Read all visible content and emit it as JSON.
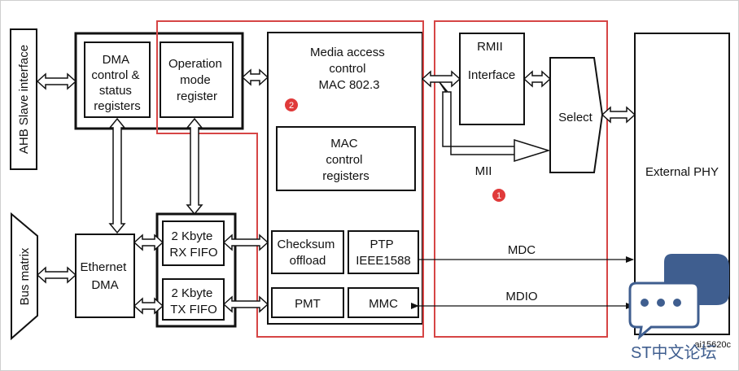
{
  "blocks": {
    "ahb": "AHB Slave interface",
    "bus": "Bus matrix",
    "dma_ctrl": [
      "DMA",
      "control &",
      "status",
      "registers"
    ],
    "op_mode": [
      "Operation",
      "mode",
      "register"
    ],
    "eth_dma": [
      "Ethernet",
      "DMA"
    ],
    "rx_fifo": [
      "2 Kbyte",
      "RX FIFO"
    ],
    "tx_fifo": [
      "2 Kbyte",
      "TX FIFO"
    ],
    "mac": [
      "Media access",
      "control",
      "MAC 802.3"
    ],
    "mac_ctrl": [
      "MAC",
      "control",
      "registers"
    ],
    "checksum": [
      "Checksum",
      "offload"
    ],
    "ptp": [
      "PTP",
      "IEEE1588"
    ],
    "pmt": "PMT",
    "mmc": "MMC",
    "rmii": [
      "RMII",
      "Interface"
    ],
    "select": "Select",
    "phy": "External PHY"
  },
  "signals": {
    "mii": "MII",
    "mdc": "MDC",
    "mdio": "MDIO"
  },
  "markers": {
    "one": "1",
    "two": "2"
  },
  "figure_id": "ai15620c",
  "watermark": "ST中文论坛",
  "colors": {
    "highlight": "#d64545",
    "marker": "#e03a3a",
    "watermark": "#3f5e8f"
  }
}
